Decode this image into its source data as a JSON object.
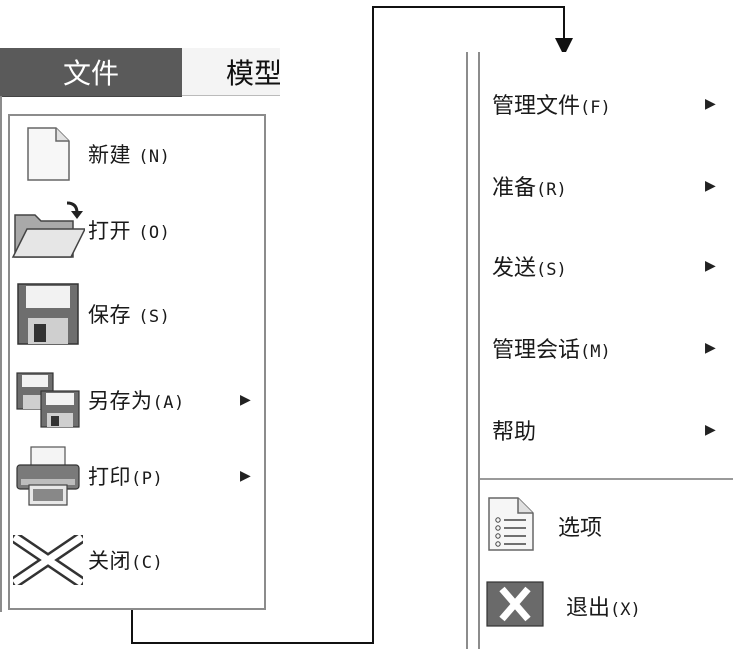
{
  "menubar": {
    "file_label": "文件",
    "model_label": "模型"
  },
  "left_menu": {
    "items": [
      {
        "label": "新建",
        "key": "(N)",
        "icon": "new-document-icon",
        "submenu": false
      },
      {
        "label": "打开",
        "key": "(O)",
        "icon": "open-folder-icon",
        "submenu": false
      },
      {
        "label": "保存",
        "key": "(S)",
        "icon": "floppy-disk-icon",
        "submenu": false
      },
      {
        "label": "另存为",
        "key": "(A)",
        "icon": "save-as-icon",
        "submenu": true
      },
      {
        "label": "打印",
        "key": "(P)",
        "icon": "printer-icon",
        "submenu": true
      },
      {
        "label": "关闭",
        "key": "(C)",
        "icon": "close-x-icon",
        "submenu": false
      }
    ]
  },
  "right_menu": {
    "items": [
      {
        "label": "管理文件",
        "key": "(F)",
        "submenu": true
      },
      {
        "label": "准备",
        "key": "(R)",
        "submenu": true
      },
      {
        "label": "发送",
        "key": "(S)",
        "submenu": true
      },
      {
        "label": "管理会话",
        "key": "(M)",
        "submenu": true
      },
      {
        "label": "帮助",
        "key": "",
        "submenu": true
      }
    ],
    "commands": [
      {
        "label": "选项",
        "key": "",
        "icon": "options-list-icon"
      },
      {
        "label": "退出",
        "key": "(X)",
        "icon": "exit-x-icon"
      }
    ]
  },
  "colors": {
    "menubar_active_bg": "#5a5a5a",
    "panel_border": "#8c8c8c",
    "connector": "#111111"
  }
}
